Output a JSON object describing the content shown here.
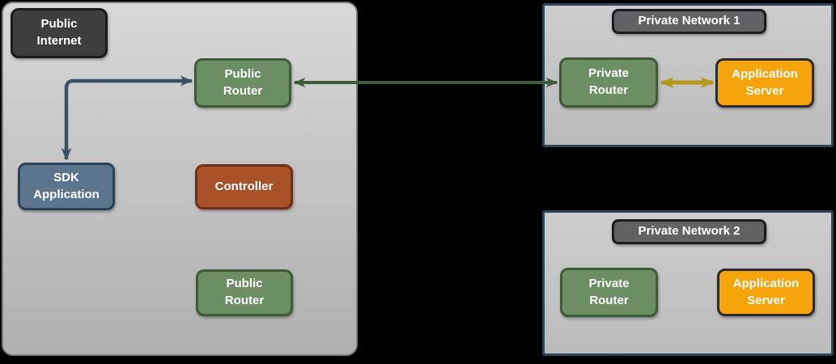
{
  "colors": {
    "canvas_bg": "#000000",
    "zone_fill_top": "#d8d8d8",
    "zone_fill_bottom": "#afafaf",
    "zone_border": "#7d7d7d",
    "network_fill_top": "#cdcdcd",
    "network_fill_bottom": "#bbbbbb",
    "network_border": "#2c4657",
    "dark_label_fill": "#3e3e3e",
    "dark_label_border": "#1c1c1e",
    "network_label_fill": "#626264",
    "node_green_fill": "#6c8e63",
    "node_green_border": "#3e5a38",
    "node_blue_fill": "#5b758e",
    "node_blue_border": "#2b4356",
    "node_red_fill": "#a9512a",
    "node_red_border": "#6e3117",
    "node_orange_fill": "#f5a40c",
    "node_orange_border": "#2b2b2b",
    "arrow_blue": "#3a5066",
    "arrow_green": "#3e5c38",
    "arrow_gold": "#b3991a",
    "text_color": "#ffffff"
  },
  "public_zone": {
    "label": "Public\nInternet",
    "nodes": {
      "public_router_top": "Public\nRouter",
      "sdk_application": "SDK\nApplication",
      "controller": "Controller",
      "public_router_bottom": "Public\nRouter"
    }
  },
  "private_network_1": {
    "title": "Private Network 1",
    "nodes": {
      "private_router": "Private\nRouter",
      "application_server": "Application\nServer"
    }
  },
  "private_network_2": {
    "title": "Private Network 2",
    "nodes": {
      "private_router": "Private\nRouter",
      "application_server": "Application\nServer"
    }
  },
  "connections": [
    {
      "id": "sdk-app-to-public-router",
      "from": "SDK Application",
      "to": "Public Router",
      "style": "elbow",
      "color": "#3a5066",
      "bidirectional": true
    },
    {
      "id": "public-router-to-private-router-1",
      "from": "Public Router",
      "to": "Private Router (Private Network 1)",
      "style": "straight",
      "color": "#3e5c38",
      "bidirectional": true
    },
    {
      "id": "private-router-1-to-app-server-1",
      "from": "Private Router (Private Network 1)",
      "to": "Application Server (Private Network 1)",
      "style": "straight",
      "color": "#b3991a",
      "bidirectional": true
    }
  ]
}
